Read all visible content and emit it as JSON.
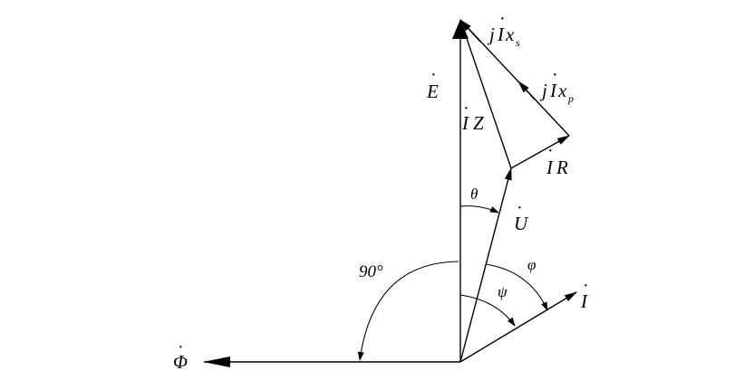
{
  "labels": {
    "phi": "Φ",
    "E": "E",
    "I": "I",
    "U": "U",
    "IZ_I": "I",
    "IZ_Z": "Z",
    "IR_I": "I",
    "IR_R": "R",
    "jIxs_j": "j",
    "jIxs_I": "I",
    "jIxs_x": "x",
    "jIxs_sub": "s",
    "jIxp_j": "j",
    "jIxp_I": "I",
    "jIxp_x": "x",
    "jIxp_sub": "p",
    "theta": "θ",
    "psi": "ψ",
    "varphi": "φ",
    "deg90": "90°"
  }
}
